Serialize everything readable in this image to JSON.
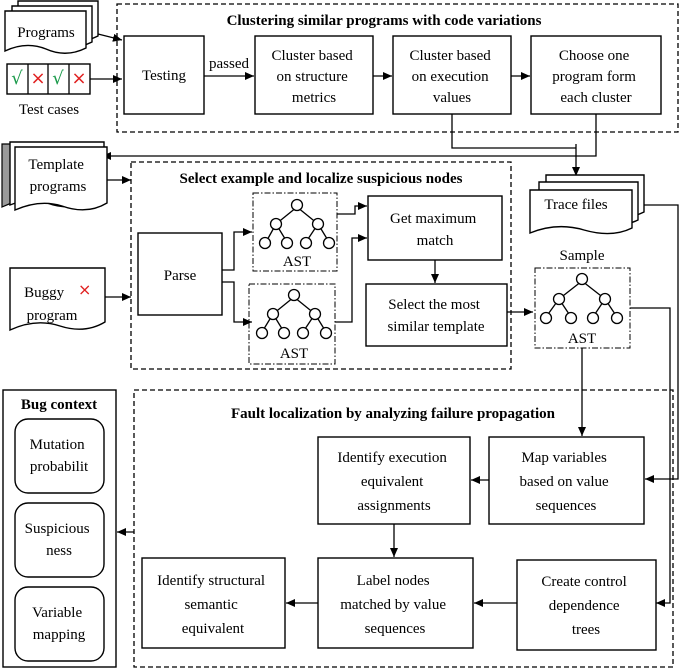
{
  "sections": {
    "clustering_title": "Clustering similar programs with code variations",
    "select_title": "Select example and localize suspicious nodes",
    "fault_title": "Fault localization by analyzing failure propagation",
    "bug_context_title": "Bug context"
  },
  "inputs": {
    "programs": "Programs",
    "test_cases": "Test cases",
    "check_mark": "√",
    "cross_mark": "×",
    "template_programs": [
      "Template",
      "programs"
    ],
    "buggy_program": [
      "Buggy",
      "program"
    ],
    "trace_files": "Trace files"
  },
  "edges": {
    "passed": "passed"
  },
  "steps": {
    "testing": "Testing",
    "cluster_structure": [
      "Cluster based",
      "on structure",
      "metrics"
    ],
    "cluster_execution": [
      "Cluster based",
      "on execution",
      "values"
    ],
    "choose_one": [
      "Choose one",
      "program form",
      "each cluster"
    ],
    "parse": "Parse",
    "get_max_match": [
      "Get maximum",
      "match"
    ],
    "select_similar": [
      "Select the most",
      "similar template"
    ],
    "sample_label": "Sample",
    "ast_label": "AST",
    "map_variables": [
      "Map variables",
      "based on value",
      "sequences"
    ],
    "identify_execution": [
      "Identify execution",
      "equivalent",
      "assignments"
    ],
    "create_control": [
      "Create control",
      "dependence",
      "trees"
    ],
    "label_nodes": [
      "Label nodes",
      "matched by value",
      "sequences"
    ],
    "identify_structural": [
      "Identify structural",
      "semantic",
      "equivalent"
    ]
  },
  "bug_context": {
    "mutation": [
      "Mutation",
      "probabilit"
    ],
    "suspiciousness": [
      "Suspicious",
      "ness"
    ],
    "variable_mapping": [
      "Variable",
      "mapping"
    ]
  }
}
